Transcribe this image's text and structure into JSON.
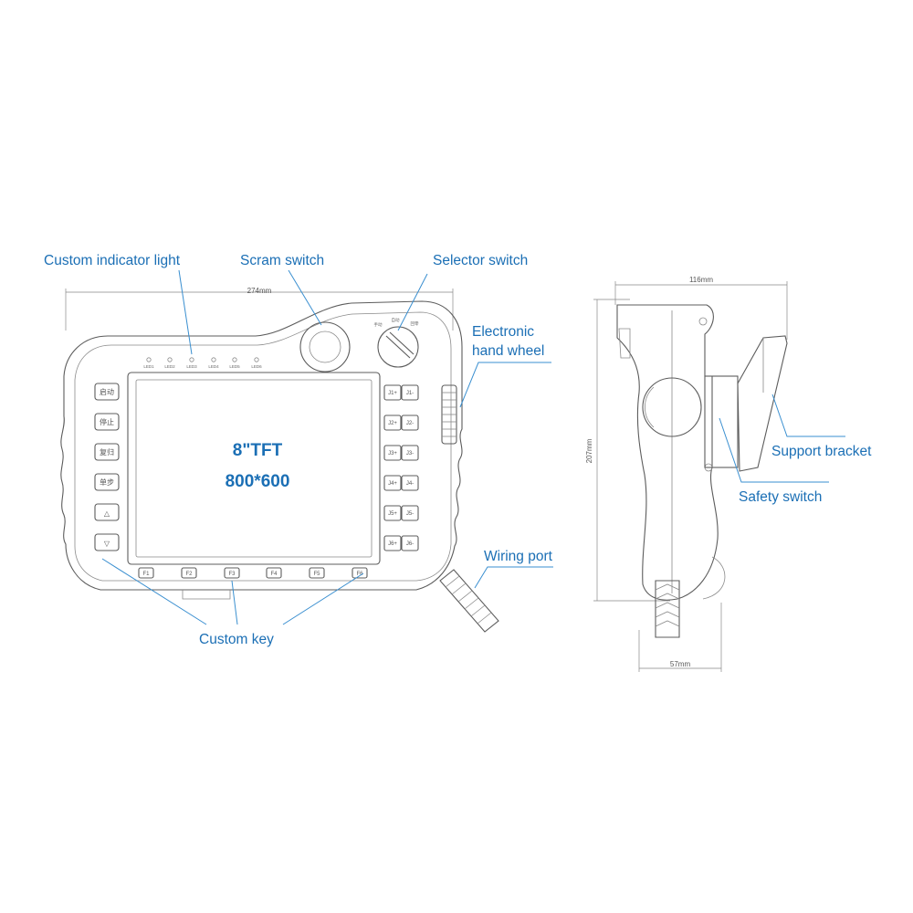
{
  "labels": {
    "indicator_light": "Custom indicator light",
    "scram_switch": "Scram switch",
    "selector_switch": "Selector switch",
    "hand_wheel_line1": "Electronic",
    "hand_wheel_line2": "hand wheel",
    "support_bracket": "Support bracket",
    "safety_switch": "Safety switch",
    "wiring_port": "Wiring port",
    "custom_key": "Custom key"
  },
  "screen": {
    "size": "8\"TFT",
    "resolution": "800*600"
  },
  "dimensions": {
    "front_width": "274mm",
    "side_width": "116mm",
    "height": "207mm",
    "base_width": "57mm"
  },
  "leds": [
    "LED1",
    "LED2",
    "LED3",
    "LED4",
    "LED5",
    "LED6"
  ],
  "selector_positions": [
    "手动",
    "自动",
    "回零"
  ],
  "left_keys": [
    "启动",
    "停止",
    "复归",
    "单步",
    "△",
    "▽"
  ],
  "jog_keys": [
    [
      "J1+",
      "J1-"
    ],
    [
      "J2+",
      "J2-"
    ],
    [
      "J3+",
      "J3-"
    ],
    [
      "J4+",
      "J4-"
    ],
    [
      "J5+",
      "J5-"
    ],
    [
      "J6+",
      "J6-"
    ]
  ],
  "function_keys": [
    "F1",
    "F2",
    "F3",
    "F4",
    "F5",
    "F6"
  ]
}
